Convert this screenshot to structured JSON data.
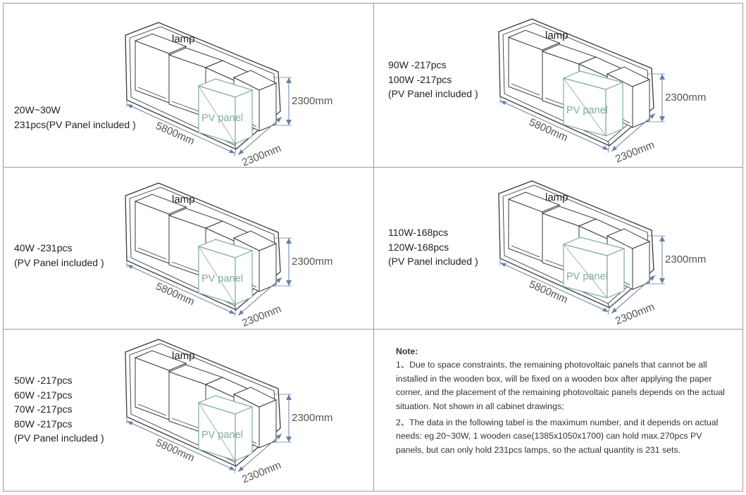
{
  "dims": {
    "length": "5800mm",
    "width": "2300mm",
    "height": "2300mm"
  },
  "tags": {
    "lamp": "lamp",
    "panel": "PV panel"
  },
  "cells": [
    {
      "lines": [
        "20W~30W",
        "231pcs(PV Panel included )"
      ]
    },
    {
      "lines": [
        "90W -217pcs",
        "100W -217pcs",
        "(PV Panel included )"
      ]
    },
    {
      "lines": [
        "40W -231pcs",
        "(PV Panel included )"
      ]
    },
    {
      "lines": [
        "110W-168pcs",
        "120W-168pcs",
        "(PV Panel included )"
      ]
    },
    {
      "lines": [
        "50W -217pcs",
        "60W -217pcs",
        "70W -217pcs",
        "80W -217pcs",
        "(PV Panel included )"
      ]
    }
  ],
  "note": {
    "title": "Note:",
    "items": [
      "1、Due to space constraints, the remaining photovoltaic panels that cannot be all installed in the wooden box, will be fixed on a wooden box after applying the paper corner, and the placement of the remaining photovoltaic panels depends on the actual situation. Not shown in all cabinet drawings;",
      "2、The data in the following tabel is the maximum number, and it depends on actual needs: eg.20~30W, 1 wooden case(1385x1050x1700) can hold max.270pcs PV panels, but can only hold 231pcs lamps, so the actual quantity is 231 sets."
    ]
  },
  "colors": {
    "line": "#3a3a3a",
    "dim": "#6a7fa6",
    "panel": "#7fae9c",
    "text": "#222222"
  }
}
